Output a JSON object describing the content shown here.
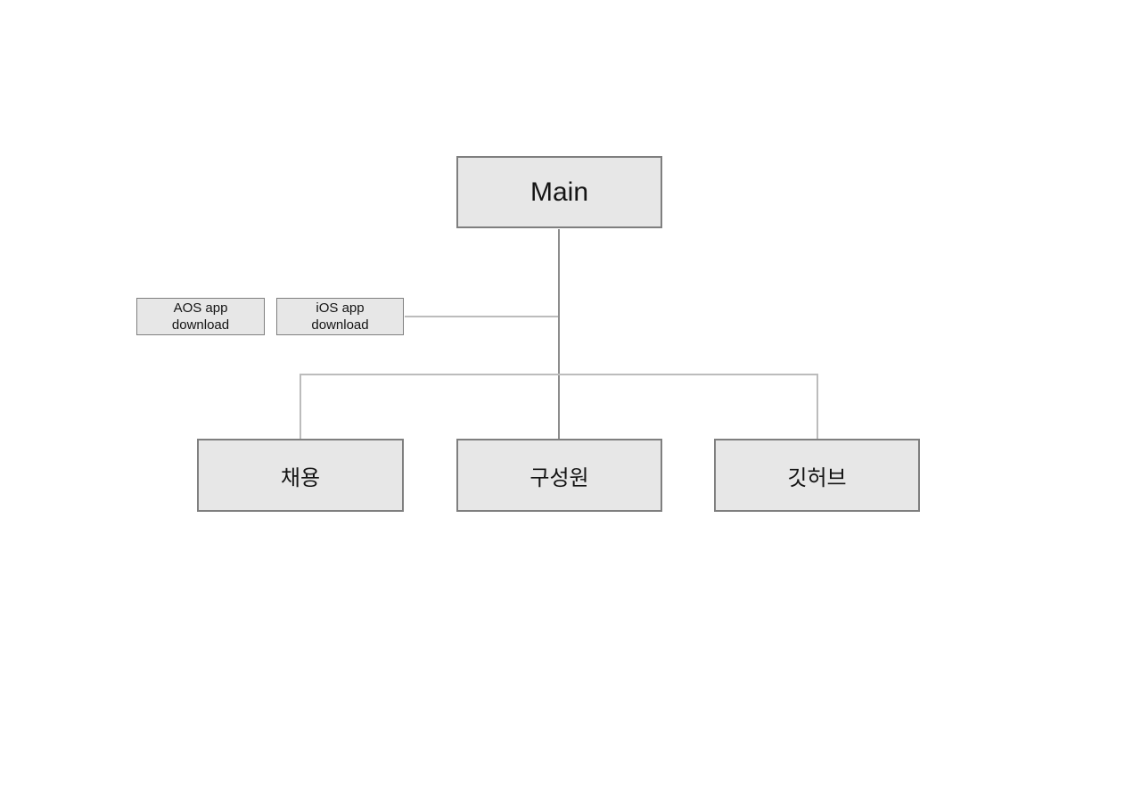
{
  "diagram": {
    "type": "sitemap-org-chart",
    "background_color": "#ffffff",
    "colors": {
      "node_fill": "#e7e7e7",
      "node_border": "#7f7f7f",
      "connector_light": "#bcbcbc",
      "connector_dark": "#8c8c8c",
      "text": "#141414"
    },
    "nodes": {
      "main": {
        "label": "Main"
      },
      "aos": {
        "label": "AOS app\ndownload"
      },
      "ios": {
        "label": "iOS app\ndownload"
      },
      "recruit": {
        "label": "채용"
      },
      "members": {
        "label": "구성원"
      },
      "github": {
        "label": "깃허브"
      }
    },
    "edges": [
      {
        "from": "main",
        "to": "ios"
      },
      {
        "from": "main",
        "to": "aos"
      },
      {
        "from": "main",
        "to": "recruit"
      },
      {
        "from": "main",
        "to": "members"
      },
      {
        "from": "main",
        "to": "github"
      }
    ]
  }
}
